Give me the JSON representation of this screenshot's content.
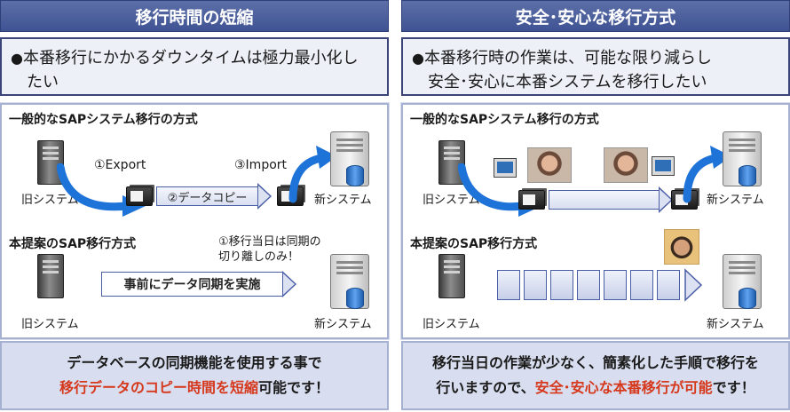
{
  "left": {
    "header": "移行時間の短縮",
    "goal_bullet": "●",
    "goal_line1": "本番移行にかかるダウンタイムは極力最小化し",
    "goal_line2": "たい",
    "general_title": "一般的なSAPシステム移行の方式",
    "old_system": "旧システム",
    "new_system": "新システム",
    "export_label": "①Export",
    "import_label": "③Import",
    "copy_label": "②データコピー",
    "proposal_title": "本提案のSAP移行方式",
    "note_line1": "①移行当日は同期の",
    "note_line2": "切り離しのみ！",
    "sync_label": "事前にデータ同期を実施",
    "conclusion_line1": "データベースの同期機能を使用する事で",
    "conclusion_red": "移行データのコピー時間を短縮",
    "conclusion_suffix": "可能です！"
  },
  "right": {
    "header": "安全･安心な移行方式",
    "goal_bullet": "●",
    "goal_line1": "本番移行時の作業は、可能な限り減らし",
    "goal_line2": "安全･安心に本番システムを移行したい",
    "general_title": "一般的なSAPシステム移行の方式",
    "old_system": "旧システム",
    "new_system": "新システム",
    "proposal_title": "本提案のSAP移行方式",
    "conclusion_line1": "移行当日の作業が少なく、簡素化した手順で移行を",
    "conclusion_prefix": "行いますので、",
    "conclusion_red": "安全･安心な本番移行が可能",
    "conclusion_suffix": "です！"
  },
  "colors": {
    "header": "#4a5e9e",
    "arrow_blue": "#1e73d8",
    "accent_red": "#d6381c",
    "conclusion_bg": "#d8def0"
  }
}
